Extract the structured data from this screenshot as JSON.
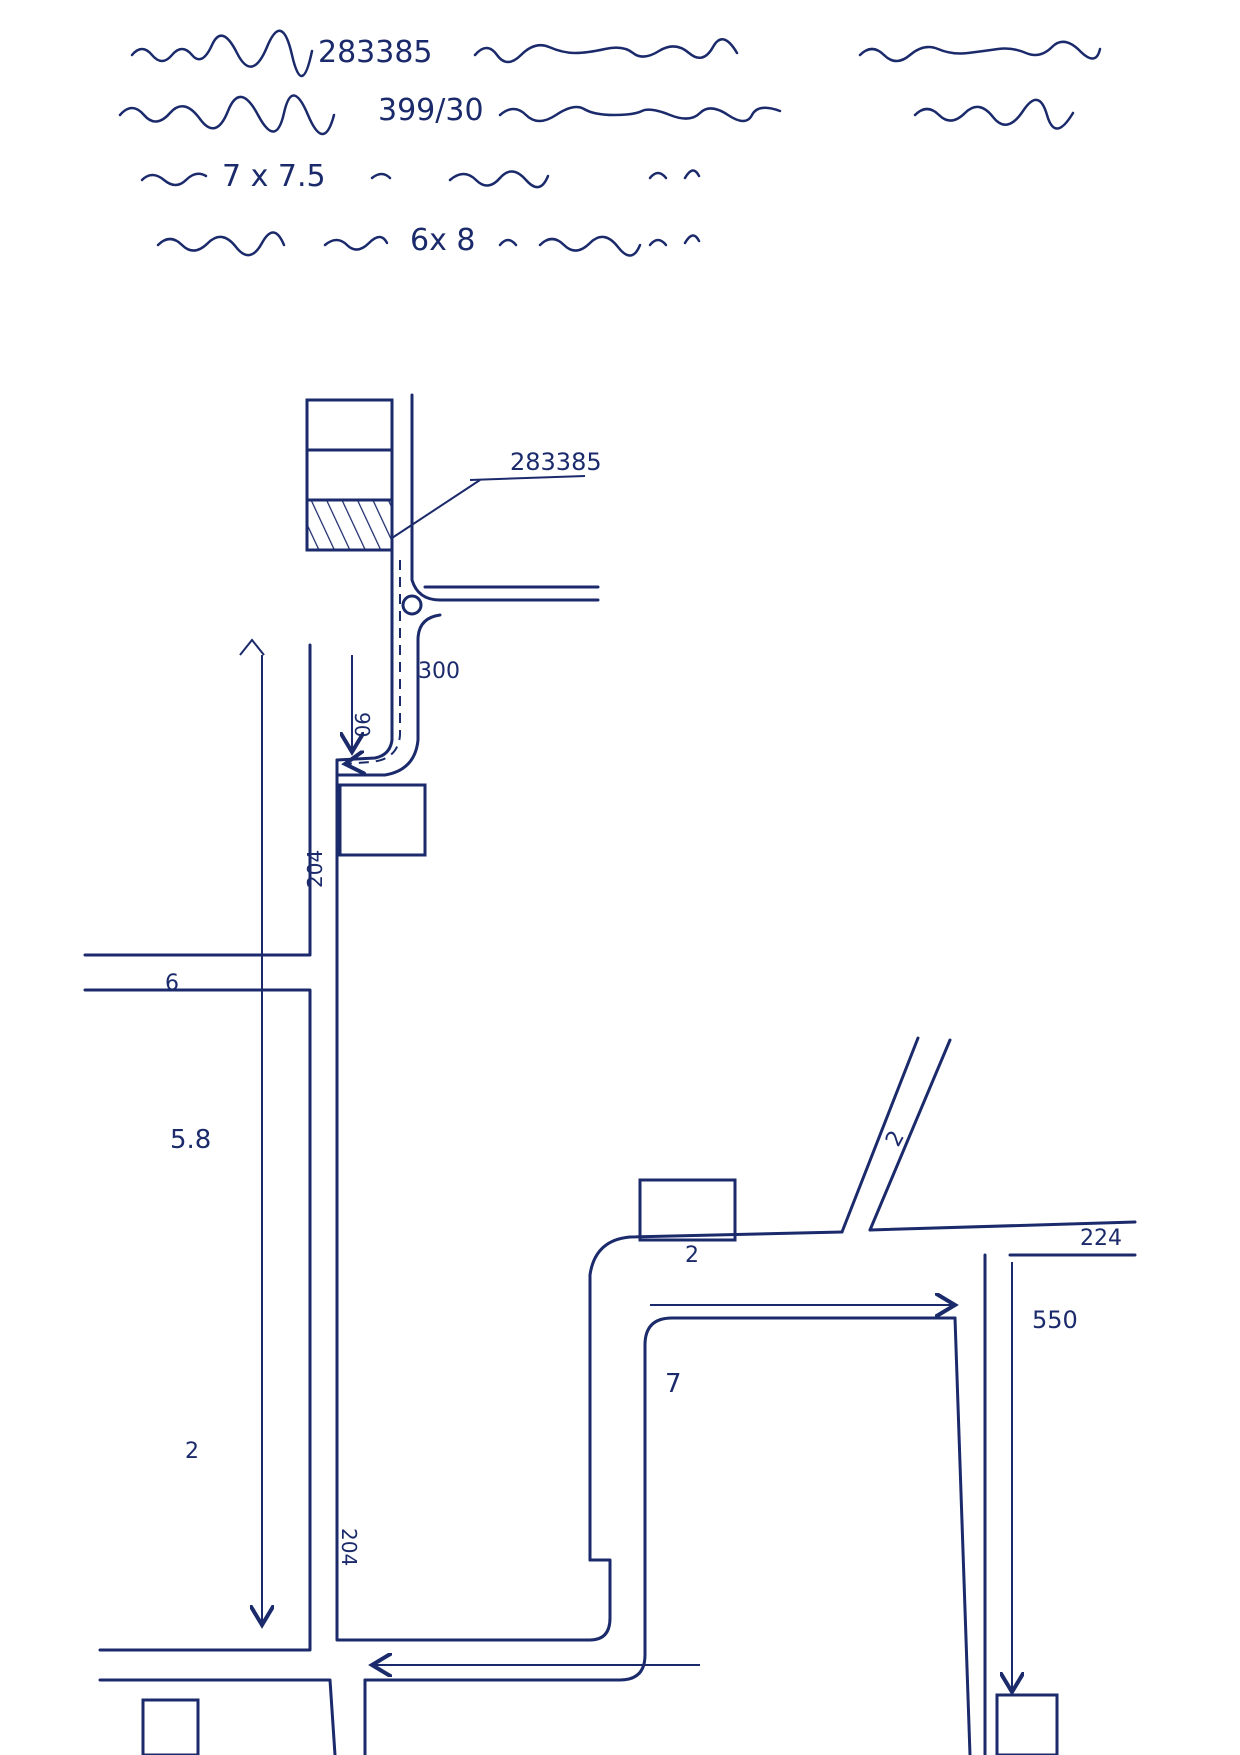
{
  "header": {
    "parcel_no": "283385",
    "house_no": "399/30",
    "size_house": "7 x 7.5",
    "size_garage": "6x 8"
  },
  "map": {
    "parcel_label": "283385",
    "dist_300": "300",
    "dist_90": "90",
    "dist_5_8": "5.8",
    "dist_7": "7",
    "dist_550": "550",
    "route_2_a": "2",
    "route_2_b": "2",
    "route_2_c": "2",
    "route_6": "6",
    "route_224": "224",
    "route_204_a": "204",
    "route_204_b": "204"
  }
}
